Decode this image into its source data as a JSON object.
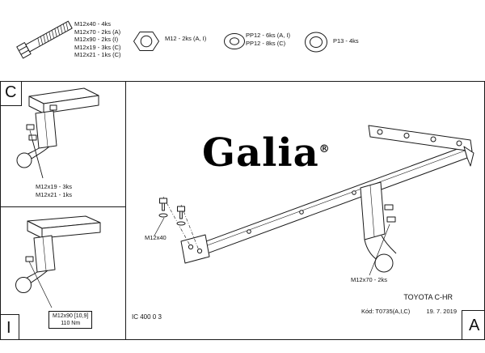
{
  "sheet": {
    "brand": "Galia",
    "registered_mark": "®",
    "vehicle_model": "TOYOTA C-HR",
    "code": "Kód: T0735(A,I,C)",
    "date": "19. 7. 2019",
    "doc_number": "IC 400 0 3",
    "revision_letter": "A",
    "detail_c_letter": "C",
    "detail_i_letter": "I"
  },
  "fasteners": {
    "bolt_labels": [
      "M12x40 - 4ks",
      "M12x70 - 2ks (A)",
      "M12x90 - 2ks (I)",
      "M12x19 - 3ks (C)",
      "M12x21 - 1ks (C)"
    ],
    "nut_label": "M12 - 2ks (A, I)",
    "washer_pp12_labels": [
      "PP12 - 6ks (A, I)",
      "PP12 - 8ks (C)"
    ],
    "washer_p13_label": "P13 - 4ks"
  },
  "detail_c": {
    "labels": [
      "M12x19 - 3ks",
      "M12x21 - 1ks"
    ]
  },
  "detail_i": {
    "torque_label_line1": "M12x90 [10,9]",
    "torque_label_line2": "110 Nm"
  },
  "main_view": {
    "bolt_label_left": "M12x40",
    "bolt_label_right": "M12x70 - 2ks"
  }
}
